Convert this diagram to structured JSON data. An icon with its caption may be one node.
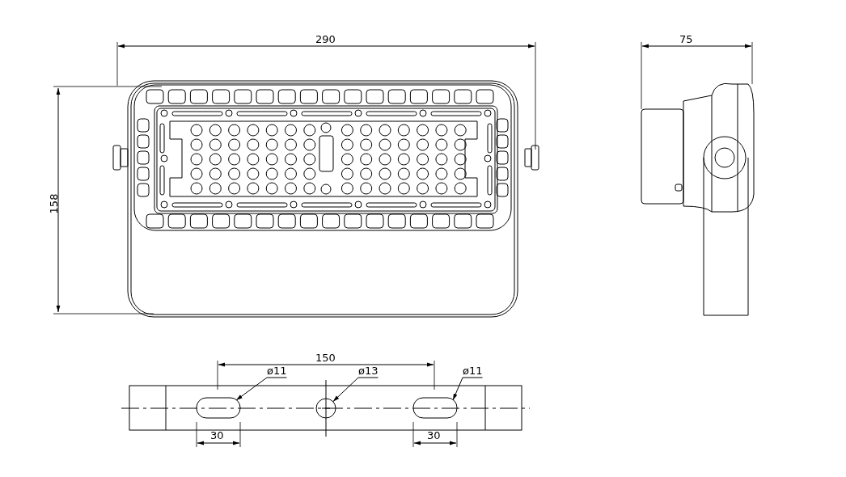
{
  "diagram": {
    "nodes": [
      {
        "text": [
          "ø11"
        ]
      },
      {
        "text": [
          "ø13"
        ]
      },
      {
        "text": [
          "ø11"
        ]
      },
      {
        "text": [],
        "shape": "slot"
      },
      {
        "text": [],
        "shape": "circle"
      },
      {
        "text": [],
        "shape": "slot"
      }
    ],
    "edges": [
      {
        "from": 0,
        "to": 3,
        "arrow": "to"
      },
      {
        "from": 1,
        "to": 4,
        "arrow": "to"
      },
      {
        "from": 2,
        "to": 5,
        "arrow": "to"
      }
    ],
    "labels": [
      "290",
      "75",
      "158",
      "150",
      "30",
      "30"
    ]
  }
}
